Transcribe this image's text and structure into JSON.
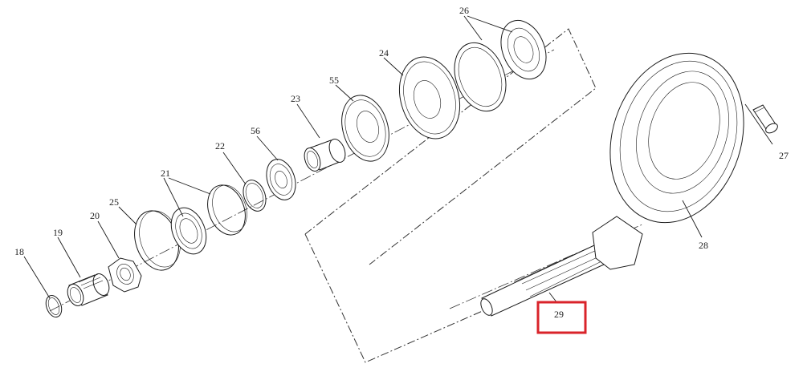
{
  "diagram": {
    "type": "exploded-parts-view",
    "highlight_color": "#d9232a",
    "highlighted_part": "29",
    "parts": [
      {
        "id": "18",
        "label": "18",
        "icon": "retaining-ring"
      },
      {
        "id": "19",
        "label": "19",
        "icon": "needle-bearing"
      },
      {
        "id": "20",
        "label": "20",
        "icon": "lock-nut"
      },
      {
        "id": "25",
        "label": "25",
        "icon": "thrust-washer"
      },
      {
        "id": "21",
        "label": "21",
        "icon": "tapered-roller-bearing"
      },
      {
        "id": "22",
        "label": "22",
        "icon": "snap-ring"
      },
      {
        "id": "56",
        "label": "56",
        "icon": "small-gear"
      },
      {
        "id": "23",
        "label": "23",
        "icon": "bushing"
      },
      {
        "id": "55",
        "label": "55",
        "icon": "spur-gear"
      },
      {
        "id": "24",
        "label": "24",
        "icon": "spur-gear"
      },
      {
        "id": "26",
        "label": "26",
        "icon": "tapered-roller-bearing"
      },
      {
        "id": "27",
        "label": "27",
        "icon": "bolt"
      },
      {
        "id": "28",
        "label": "28",
        "icon": "bevel-ring-gear"
      },
      {
        "id": "29",
        "label": "29",
        "icon": "pinion-shaft"
      }
    ]
  }
}
